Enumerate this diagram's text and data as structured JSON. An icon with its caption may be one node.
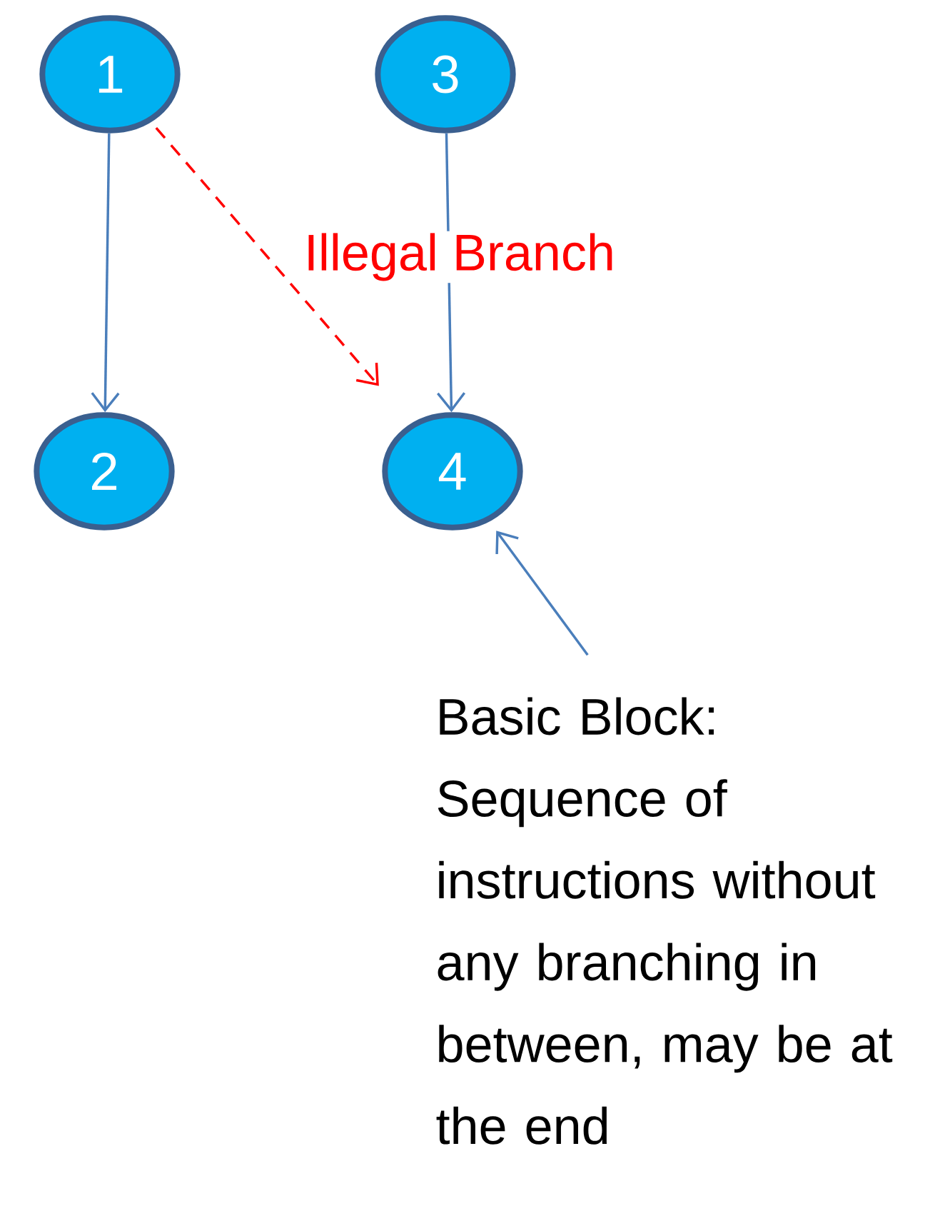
{
  "diagram": {
    "nodes": [
      {
        "text": [
          "1"
        ]
      },
      {
        "text": [
          "2"
        ]
      },
      {
        "text": [
          "3"
        ]
      },
      {
        "text": [
          "4"
        ]
      },
      {
        "text": [
          "Basic Block: Sequence of instructions without any branching in between, may be at the end"
        ]
      }
    ],
    "edges": [
      {
        "from": 0,
        "to": 1,
        "arrow": "to"
      },
      {
        "from": 2,
        "to": 3,
        "arrow": "to"
      },
      {
        "from": 0,
        "to": 3,
        "arrow": "to",
        "label": "Illegal Branch",
        "style": "dashed",
        "color": "#ff0000"
      },
      {
        "from": 4,
        "to": 3,
        "arrow": "to"
      }
    ]
  }
}
